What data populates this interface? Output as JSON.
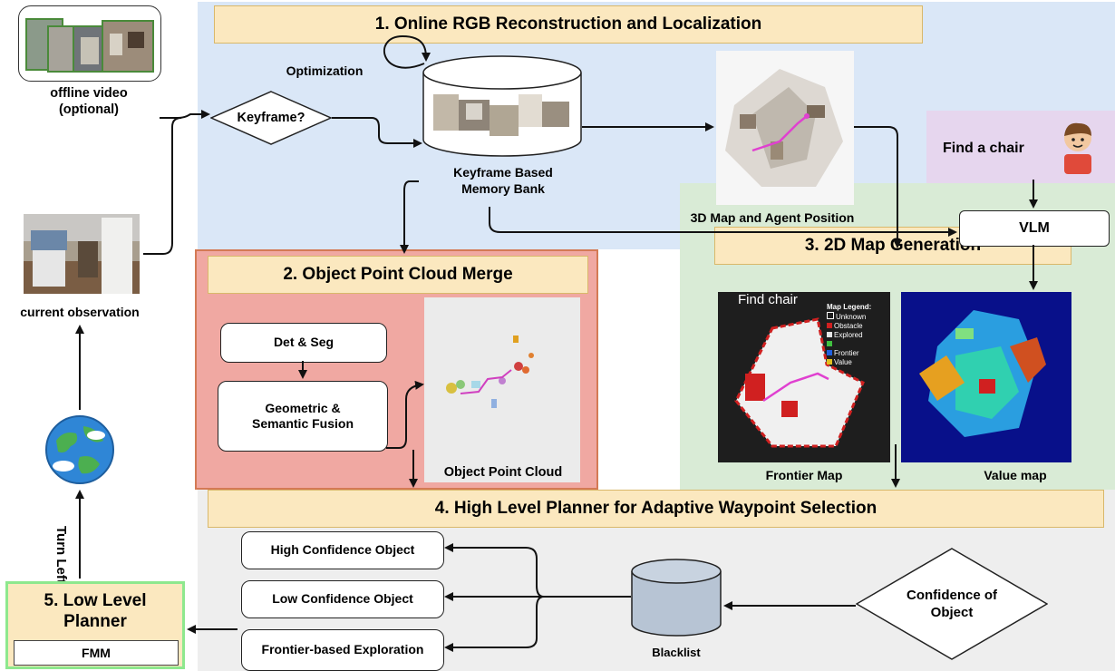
{
  "inputs": {
    "offline_video_label": "offline video\n(optional)",
    "current_observation_label": "current observation"
  },
  "stage1": {
    "title": "1. Online RGB Reconstruction and Localization",
    "optimization_label": "Optimization",
    "keyframe_decision": "Keyframe?",
    "memory_bank_label": "Keyframe Based\nMemory Bank",
    "map_label": "3D Map and Agent Position"
  },
  "instruction": {
    "text": "Find a chair",
    "vlm_label": "VLM"
  },
  "stage2": {
    "title": "2. Object Point Cloud Merge",
    "det_seg": "Det & Seg",
    "fusion": "Geometric &\nSemantic Fusion",
    "point_cloud_label": "Object Point Cloud"
  },
  "stage3": {
    "title": "3. 2D Map Generation",
    "frontier_caption": "Find chair",
    "legend_title": "Map Legend:",
    "legend_items": [
      "Unknown",
      "Obstacle",
      "Explored",
      "",
      "Frontier",
      "Value"
    ],
    "frontier_map_label": "Frontier Map",
    "value_map_label": "Value map"
  },
  "stage4": {
    "title": "4. High Level Planner for Adaptive Waypoint Selection",
    "options": [
      "High Confidence Object",
      "Low Confidence Object",
      "Frontier-based Exploration"
    ],
    "blacklist_label": "Blacklist",
    "confidence_label": "Confidence of\nObject"
  },
  "stage5": {
    "title": "5. Low Level\nPlanner",
    "fmm_label": "FMM",
    "action_label": "Turn Left"
  },
  "colors": {
    "stage1_bg": "#dae7f7",
    "stage2_bg": "#f0a8a2",
    "stage3_bg": "#d9ebd6",
    "stage4_bg": "#eeeeee",
    "instruction_bg": "#e6d6ee",
    "title_fill": "#fbe8bf",
    "low_level_border": "#8ee88e"
  }
}
